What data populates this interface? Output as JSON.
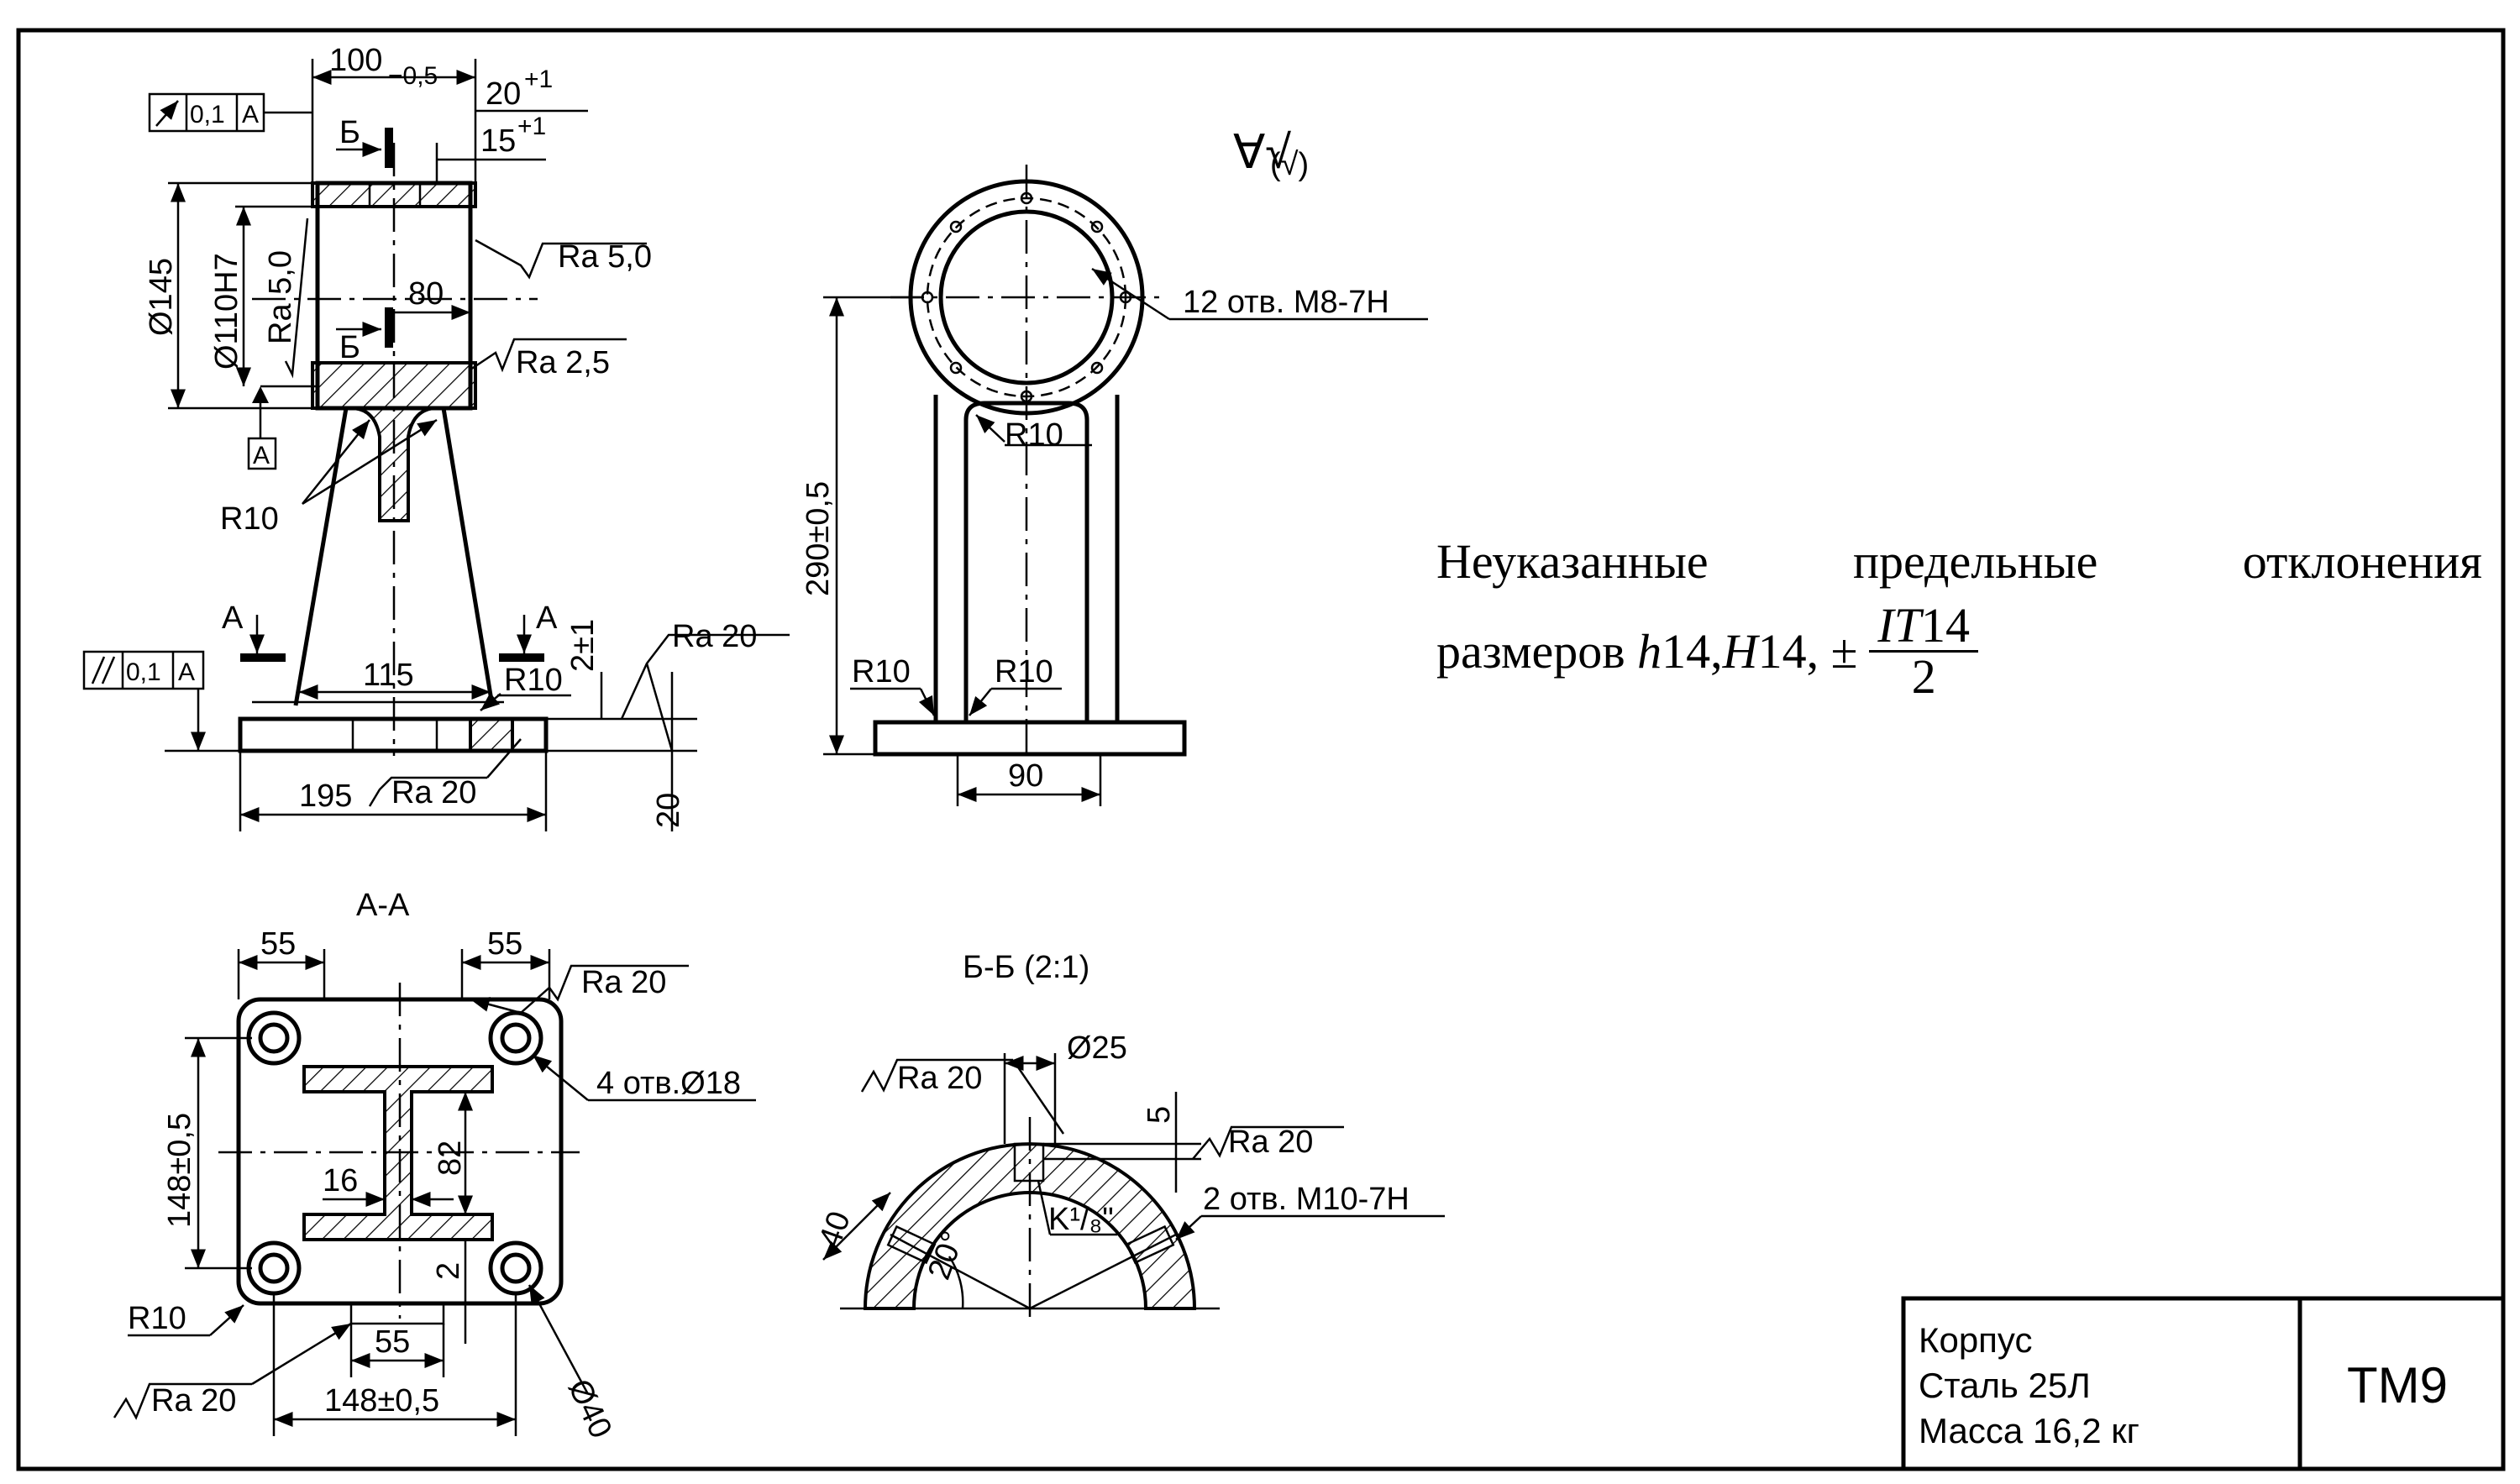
{
  "notes": {
    "line1": [
      "Неуказанные",
      "предельные",
      "отклонения"
    ],
    "line2_prefix": "размеров",
    "h": "h",
    "h14": "14, ",
    "H": "H",
    "H14": "14, ±",
    "frac_num_it": "IT",
    "frac_num_val": "14",
    "frac_den": "2"
  },
  "title_block": {
    "name": "Корпус",
    "material": "Сталь 25Л",
    "mass": "Масса 16,2 кг",
    "code": "ТМ9"
  },
  "front_view": {
    "dim_top": "100",
    "dim_top_tol": "−0,5",
    "dim_20": "20",
    "dim_20_tol": "+1",
    "dim_15": "15",
    "dim_15_tol": "+1",
    "dim_80": "80",
    "dia_145": "Ø145",
    "dia_110": "Ø110H7",
    "ra_bore": "Ra 5,0",
    "ra_side": "Ra 5,0",
    "ra_25": "Ra 2,5",
    "section_b": "Б",
    "datum": "A",
    "runout_tol": "0,1",
    "runout_datum": "A",
    "parallel_tol": "0,1",
    "parallel_datum": "A",
    "r10_a": "R10",
    "r10_b": "R10",
    "dim_115": "115",
    "dim_195": "195",
    "ra_base": "Ra 20",
    "ra_base_side": "Ra 20",
    "dim_2": "2±1",
    "dim_20v": "20",
    "section_a": "A"
  },
  "side_view": {
    "dim_290": "290±0,5",
    "holes": "12 отв. M8-7H",
    "r10_top": "R10",
    "r10_left": "R10",
    "r10_right": "R10",
    "dim_90": "90",
    "roughness_symbol": "(√)"
  },
  "section_aa": {
    "label": "A-A",
    "dim_55_left": "55",
    "dim_55_right": "55",
    "ra_20_top": "Ra 20",
    "holes": "4 отв.Ø18",
    "dim_148_v": "148±0,5",
    "dim_82": "82",
    "dim_16": "16",
    "dim_2": "2",
    "r10": "R10",
    "dim_55_bottom": "55",
    "dim_148_h": "148±0,5",
    "ra_20_bottom": "Ra 20",
    "dia_40": "Ø40"
  },
  "section_bb": {
    "label": "Б-Б (2:1)",
    "ra_20_left": "Ra 20",
    "dia_25": "Ø25",
    "dim_5": "5",
    "ra_20_right": "Ra 20",
    "holes": "2 отв. M10-7H",
    "dim_40": "40",
    "angle_20": "20°",
    "thread": "K¹/₈\""
  }
}
